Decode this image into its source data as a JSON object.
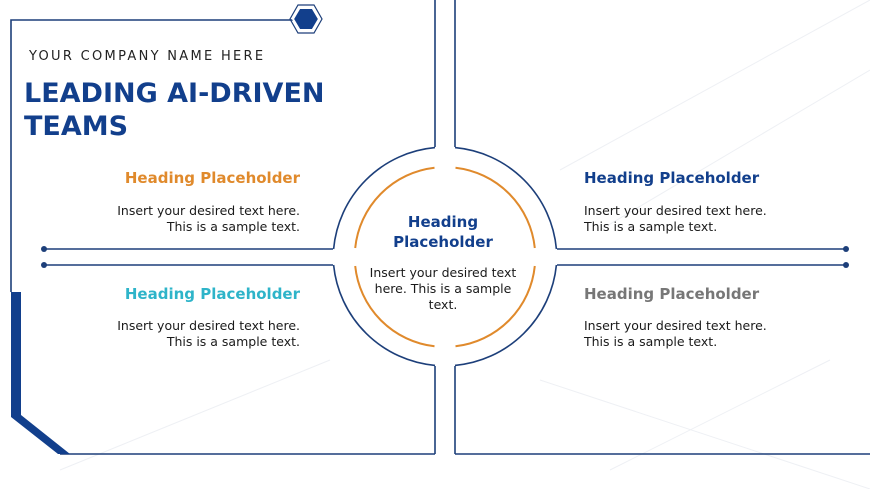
{
  "header": {
    "company": "YOUR COMPANY NAME HERE",
    "title": "LEADING AI-DRIVEN TEAMS"
  },
  "center": {
    "heading": "Heading Placeholder",
    "body": "Insert your desired text here. This is a sample text."
  },
  "quadrants": {
    "top_left": {
      "heading": "Heading Placeholder",
      "body": "Insert your desired text here. This is a sample text."
    },
    "top_right": {
      "heading": "Heading Placeholder",
      "body": "Insert your desired text here. This is a sample text."
    },
    "bottom_left": {
      "heading": "Heading Placeholder",
      "body": "Insert your desired text here. This is a sample text."
    },
    "bottom_right": {
      "heading": "Heading Placeholder",
      "body": "Insert your desired text here. This is a sample text."
    }
  },
  "colors": {
    "navy": "#123f8c",
    "line": "#1d3f7a",
    "orange": "#e08a2c",
    "teal": "#2eb4c9",
    "gray": "#777777"
  },
  "icons": {
    "hexagon": "hexagon-icon"
  }
}
